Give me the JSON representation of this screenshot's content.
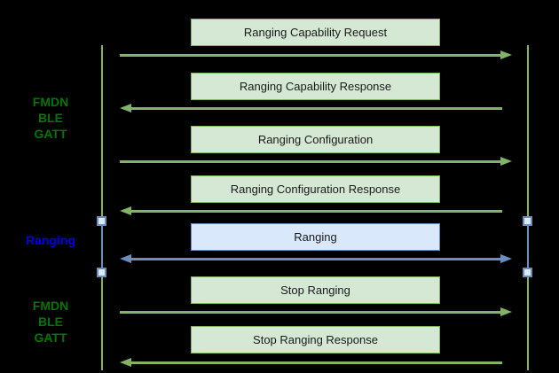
{
  "diagram": {
    "type": "sequence-diagram",
    "background_color": "#000000",
    "lifelines": {
      "count": 2,
      "line_color": "#82b366",
      "session_segment_color": "#6c8ebf",
      "endpoint_marker_fill": "#dae8fc",
      "endpoint_marker_border": "#6c8ebf"
    },
    "side_labels": [
      {
        "lines": [
          "FMDN",
          "BLE",
          "GATT"
        ],
        "color": "#007700"
      },
      {
        "lines": [
          "Ranging"
        ],
        "color": "#0000ee"
      },
      {
        "lines": [
          "FMDN",
          "BLE",
          "GATT"
        ],
        "color": "#007700"
      }
    ],
    "messages": [
      {
        "label": "Ranging Capability Request",
        "direction": "right",
        "theme": "green"
      },
      {
        "label": "Ranging Capability Response",
        "direction": "left",
        "theme": "green"
      },
      {
        "label": "Ranging Configuration",
        "direction": "right",
        "theme": "green"
      },
      {
        "label": "Ranging Configuration Response",
        "direction": "left",
        "theme": "green"
      },
      {
        "label": "Ranging",
        "direction": "both",
        "theme": "blue"
      },
      {
        "label": "Stop Ranging",
        "direction": "right",
        "theme": "green"
      },
      {
        "label": "Stop Ranging Response",
        "direction": "left",
        "theme": "green"
      }
    ],
    "colors": {
      "green_box_fill": "#d5e8d4",
      "green_box_border": "#82b366",
      "green_arrow": "#82b366",
      "blue_box_fill": "#dae8fc",
      "blue_box_border": "#6c8ebf",
      "blue_arrow": "#6c8ebf",
      "box_text": "#1a1a1a"
    }
  }
}
